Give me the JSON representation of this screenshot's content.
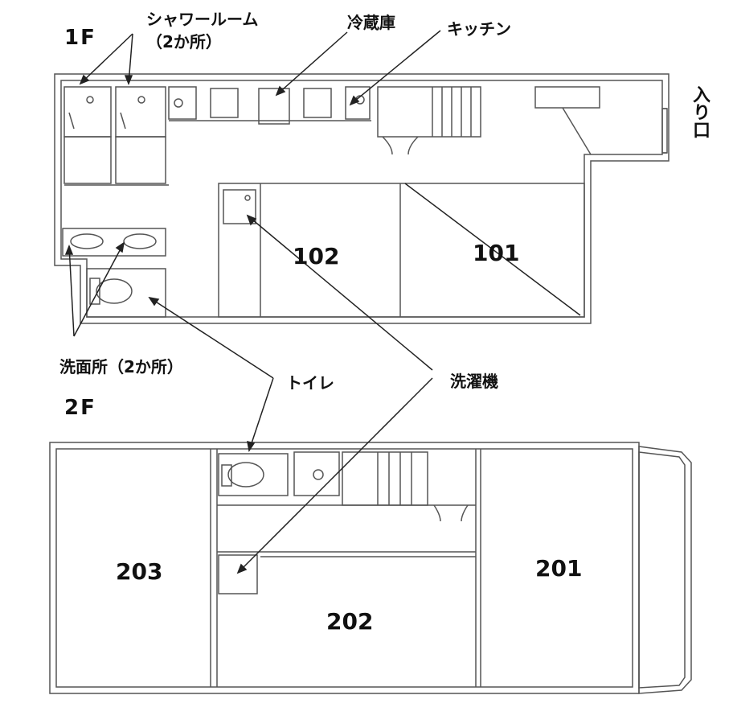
{
  "floors": {
    "first": "1F",
    "second": "2F"
  },
  "rooms": {
    "r101": "101",
    "r102": "102",
    "r201": "201",
    "r202": "202",
    "r203": "203"
  },
  "annotations": {
    "shower_room": "シャワールーム",
    "shower_count": "（2か所）",
    "refrigerator": "冷蔵庫",
    "kitchen": "キッチン",
    "entrance": "入り口",
    "washroom": "洗面所（2か所）",
    "toilet": "トイレ",
    "washing_machine": "洗濯機"
  }
}
